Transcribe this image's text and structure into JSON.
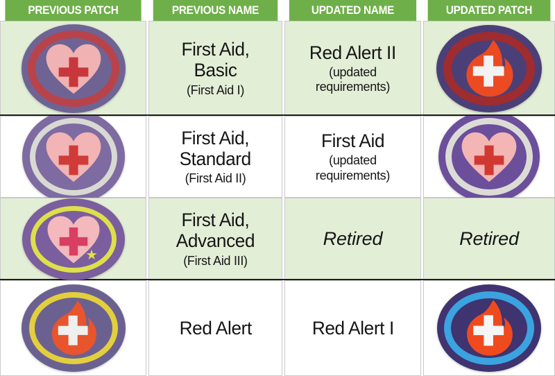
{
  "table": {
    "headers": [
      {
        "label": "PREVIOUS PATCH",
        "name": "previous-patch"
      },
      {
        "label": "PREVIOUS NAME",
        "name": "previous-name"
      },
      {
        "label": "UPDATED NAME",
        "name": "updated-name"
      },
      {
        "label": "UPDATED PATCH",
        "name": "updated-patch"
      }
    ],
    "header_bg": "#6faf49",
    "header_text_color": "#ffffff",
    "shaded_row_bg": "#e3eed7",
    "plain_row_bg": "#ffffff",
    "rows": [
      {
        "shaded": true,
        "previous_name": "First Aid,\nBasic",
        "previous_name_main": "First Aid, Basic",
        "previous_name_sub": "(First Aid I)",
        "updated_name_main": "Red Alert II",
        "updated_name_sub": "(updated requirements)",
        "previous_patch": {
          "icon": "heart-cross-patch",
          "oval_color": "#6f6394",
          "ring_color": "#b8434a",
          "heart_color": "#f0b2b2",
          "cross_color": "#c8373c"
        },
        "updated_patch": {
          "icon": "flame-cross-patch",
          "oval_color": "#4b3f78",
          "ring_color": "#9f2c2f",
          "flame_color": "#ec4a22",
          "cross_color": "#f2f2f2"
        }
      },
      {
        "shaded": false,
        "previous_name_main": "First Aid, Standard",
        "previous_name_sub": "(First Aid II)",
        "updated_name_main": "First Aid",
        "updated_name_sub": "(updated requirements)",
        "previous_patch": {
          "icon": "heart-cross-patch",
          "oval_color": "#7e6ba1",
          "ring_color": "#d9d9d3",
          "heart_color": "#f2b4b4",
          "cross_color": "#cf3b38"
        },
        "updated_patch": {
          "icon": "heart-cross-patch",
          "oval_color": "#6c4f9b",
          "ring_color": "#dcdcd6",
          "heart_color": "#f4b5b5",
          "cross_color": "#d23832"
        }
      },
      {
        "shaded": true,
        "previous_name_main": "First Aid, Advanced",
        "previous_name_sub": "(First Aid III)",
        "updated_name_main": "Retired",
        "updated_name_italic": true,
        "updated_patch_text": "Retired",
        "previous_patch": {
          "icon": "heart-cross-star-patch",
          "oval_color": "#7b5e9e",
          "ring_color": "#dde04a",
          "heart_color": "#f3b9bc",
          "cross_color": "#d83f63",
          "star_color": "#e4e04a"
        }
      },
      {
        "shaded": false,
        "previous_name_main": "Red Alert",
        "updated_name_main": "Red Alert I",
        "previous_patch": {
          "icon": "flame-cross-patch",
          "oval_color": "#6b6191",
          "ring_color": "#e3cf3e",
          "flame_color": "#e8542c",
          "cross_color": "#efefef"
        },
        "updated_patch": {
          "icon": "flame-cross-patch",
          "oval_color": "#3f3370",
          "ring_color": "#3ba3e0",
          "flame_color": "#ef4a1e",
          "cross_color": "#f5f5f5"
        }
      }
    ]
  }
}
